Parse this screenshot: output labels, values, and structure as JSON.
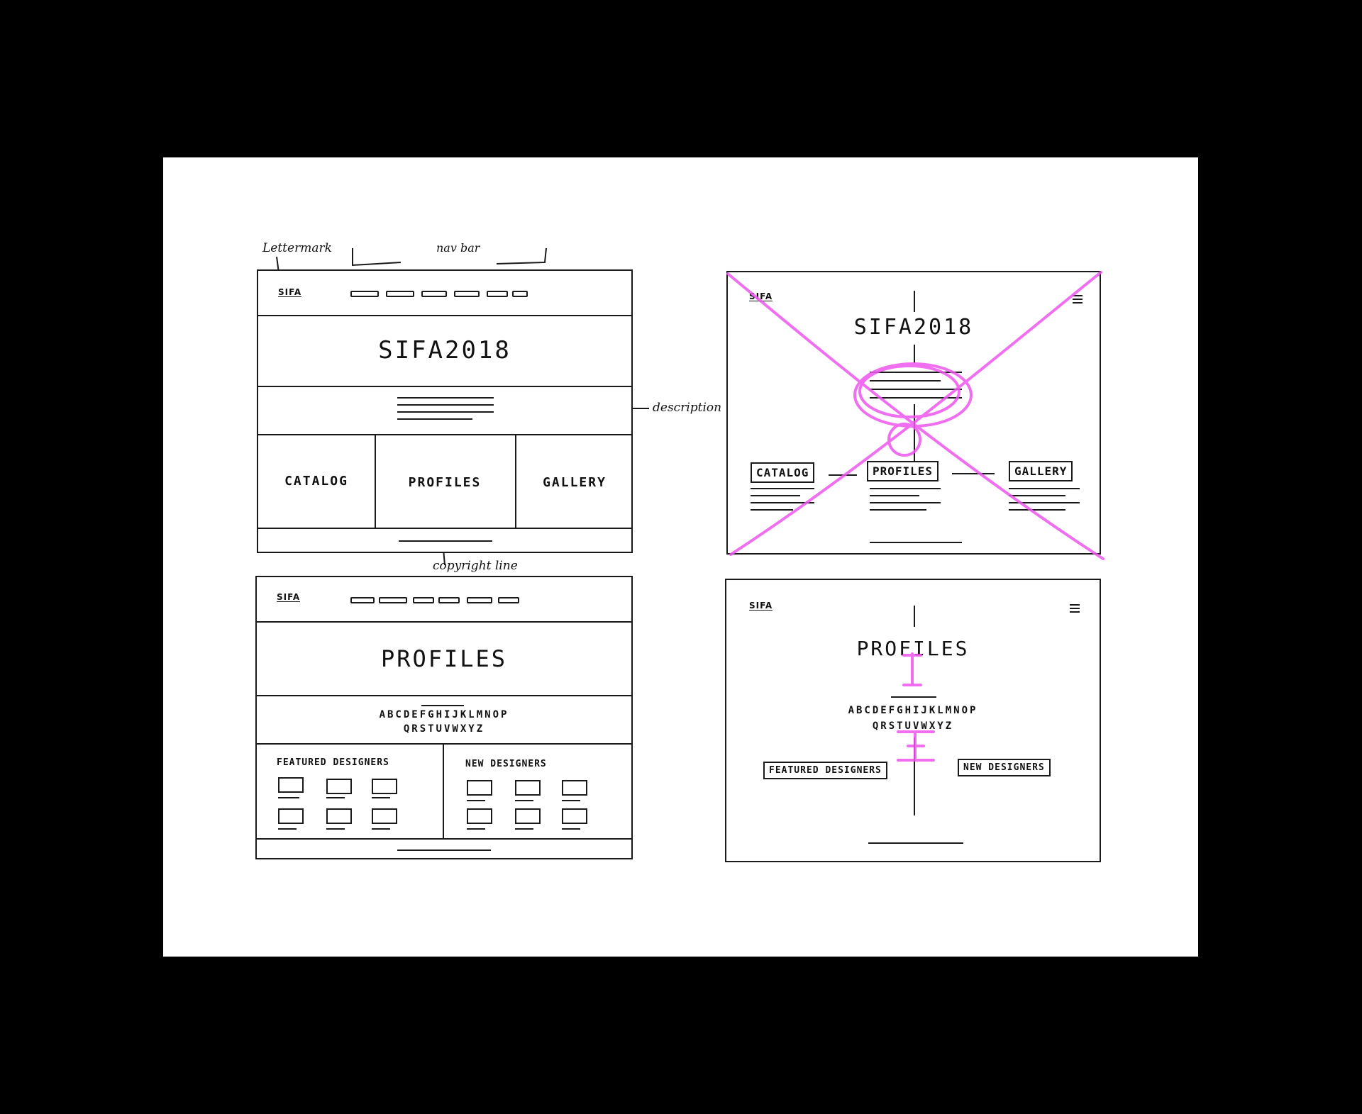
{
  "annotations": {
    "lettermark": "Lettermark",
    "nav_bar": "nav bar",
    "description": "description",
    "copyright_line": "copyright line"
  },
  "wireframe_1": {
    "logo": "SIFA",
    "title": "SIFA2018",
    "sections": [
      "CATALOG",
      "PROFILES",
      "GALLERY"
    ]
  },
  "wireframe_2": {
    "logo": "SIFA",
    "title": "SIFA2018",
    "sections": [
      "CATALOG",
      "PROFILES",
      "GALLERY"
    ]
  },
  "wireframe_3": {
    "logo": "SIFA",
    "title": "PROFILES",
    "alphabet_row1": "ABCDEFGHIJKLMNOP",
    "alphabet_row2": "QRSTUVWXYZ",
    "featured": "FEATURED DESIGNERS",
    "new": "NEW DESIGNERS"
  },
  "wireframe_4": {
    "logo": "SIFA",
    "title": "PROFILES",
    "alphabet_row1": "ABCDEFGHIJKLMNOP",
    "alphabet_row2": "QRSTUVWXYZ",
    "featured": "FEATURED DESIGNERS",
    "new": "NEW DESIGNERS"
  },
  "colors": {
    "ink": "#1a1a1a",
    "highlighter": "#ee55ee",
    "background": "#000000",
    "paper": "#ffffff"
  }
}
